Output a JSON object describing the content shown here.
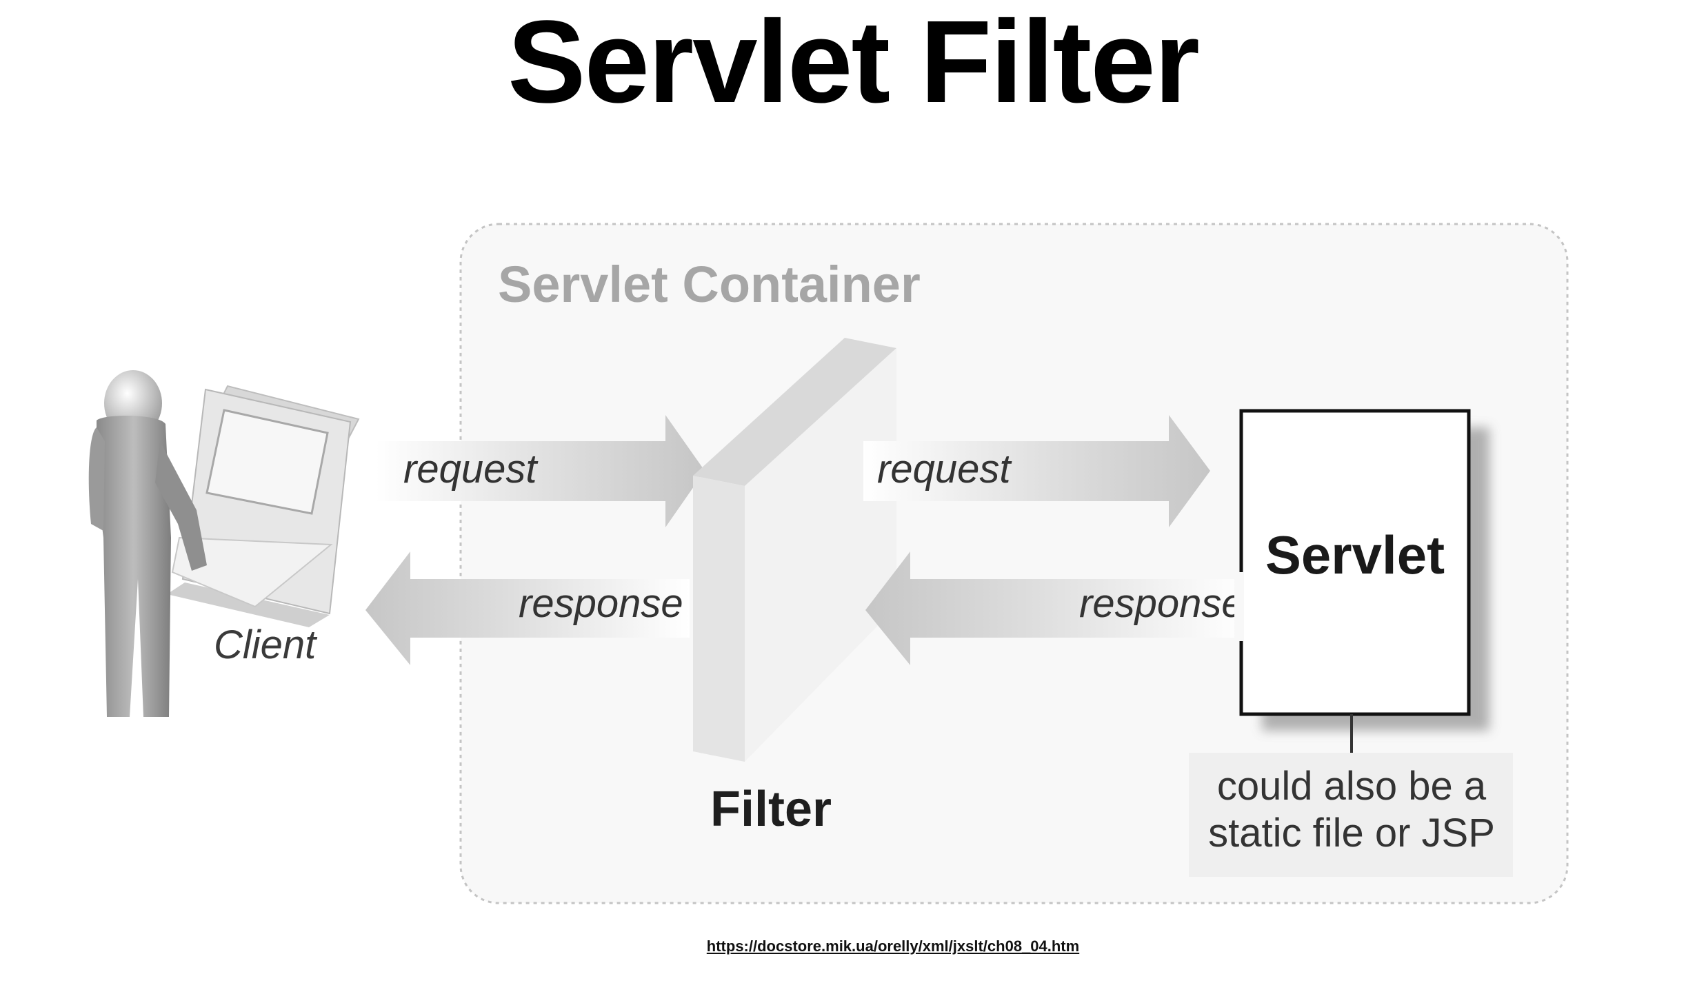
{
  "title": "Servlet Filter",
  "diagram": {
    "container_label": "Servlet Container",
    "client_label": "Client",
    "filter_label": "Filter",
    "servlet_label": "Servlet",
    "request_label_1": "request",
    "request_label_2": "request",
    "response_label_1": "response",
    "response_label_2": "response",
    "note_line_1": "could also be a",
    "note_line_2": "static file or JSP"
  },
  "source_url": "https://docstore.mik.ua/orelly/xml/jxslt/ch08_04.htm"
}
